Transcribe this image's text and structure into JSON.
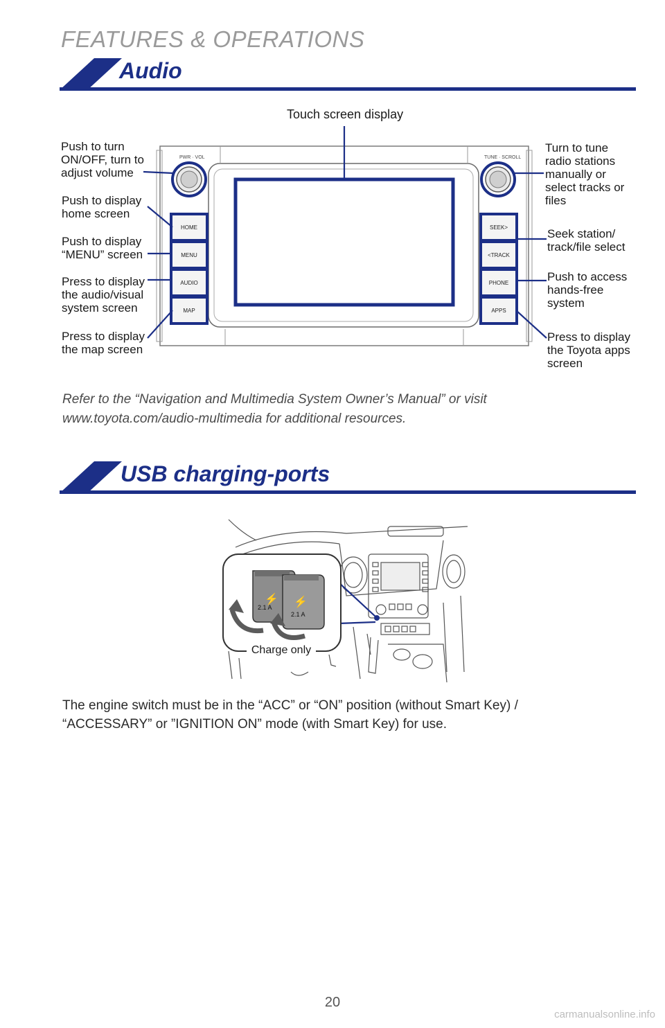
{
  "header": {
    "title": "FEATURES & OPERATIONS"
  },
  "audio": {
    "title": "Audio",
    "touch_screen_label": "Touch screen display",
    "unit_labels": {
      "pwr_vol": "PWR · VOL",
      "tune_scroll": "TUNE · SCROLL",
      "home": "HOME",
      "menu": "MENU",
      "audio": "AUDIO",
      "map": "MAP",
      "seek": "SEEK>",
      "track": "<TRACK",
      "phone": "PHONE",
      "apps": "APPS"
    },
    "callouts_left": [
      {
        "lines": [
          "Push to turn",
          "ON/OFF, turn to",
          "adjust volume"
        ]
      },
      {
        "lines": [
          "Push to display",
          "home screen"
        ]
      },
      {
        "lines": [
          "Push to display",
          "“MENU” screen"
        ]
      },
      {
        "lines": [
          "Press to display",
          "the audio/visual",
          "system screen"
        ]
      },
      {
        "lines": [
          "Press to display",
          "the map screen"
        ]
      }
    ],
    "callouts_right": [
      {
        "lines": [
          "Turn to tune",
          "radio stations",
          "manually or",
          "select tracks or",
          "files"
        ]
      },
      {
        "lines": [
          "Seek station/",
          "track/file select"
        ]
      },
      {
        "lines": [
          "Push to access",
          "hands-free",
          "system"
        ]
      },
      {
        "lines": [
          "Press to display",
          "the Toyota apps",
          "screen"
        ]
      }
    ],
    "note_line1": "Refer to the “Navigation and Multimedia System Owner’s Manual” or visit",
    "note_line2": "www.toyota.com/audio-multimedia for additional resources."
  },
  "usb": {
    "title": "USB charging-ports",
    "port_label": "2.1 A",
    "charge_only_label": "Charge only",
    "body_line1": "The engine switch must be in the “ACC” or “ON” position (without Smart Key) /",
    "body_line2": "“ACCESSARY” or ”IGNITION ON” mode (with Smart Key) for use."
  },
  "footer": {
    "page_number": "20",
    "watermark": "carmanualsonline.info"
  },
  "colors": {
    "brand_blue": "#1c2f87",
    "header_gray": "#9a9a9a"
  }
}
